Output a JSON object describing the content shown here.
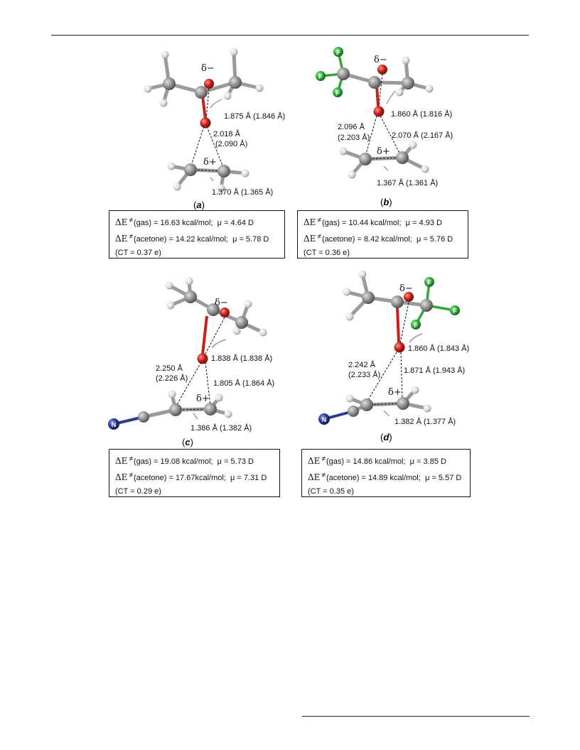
{
  "panels": [
    {
      "label": "a",
      "delta_minus": "δ−",
      "delta_plus": "δ+",
      "distances": [
        "1.875 Å (1.846 Å)",
        "2.018 Å",
        "(2.090 Å)",
        "1.370 Å (1.365 Å)"
      ],
      "energy_lines": [
        {
          "prefix": "ΔE",
          "medium": "(gas) = 16.63 kcal/mol;",
          "mu": "μ =  4.64 D"
        },
        {
          "prefix": "ΔE",
          "medium": "(acetone) = 14.22 kcal/mol;",
          "mu": "μ = 5.78 D"
        }
      ],
      "ct": "(CT = 0.37 e)",
      "atoms_colors": {
        "O": "#c8201c",
        "C": "#8e8e8e",
        "H": "#e8e8e8"
      }
    },
    {
      "label": "b",
      "delta_minus": "δ−",
      "delta_plus": "δ+",
      "atom_F": "F",
      "distances": [
        "1.860 Å (1.816 Å)",
        "2.096 Å",
        "(2.203 Å)",
        "2.070 Å (2.167 Å)",
        "1.367 Å (1.361 Å)"
      ],
      "energy_lines": [
        {
          "prefix": "ΔE",
          "medium": "(gas) = 10.44 kcal/mol;",
          "mu": "μ =  4.93 D"
        },
        {
          "prefix": "ΔE",
          "medium": "(acetone) = 8.42 kcal/mol;",
          "mu": "μ = 5.76 D"
        }
      ],
      "ct": "(CT = 0.36 e)",
      "atoms_colors": {
        "O": "#c8201c",
        "C": "#8e8e8e",
        "H": "#e8e8e8",
        "F": "#2fa83a"
      }
    },
    {
      "label": "c",
      "delta_minus": "δ−",
      "delta_plus": "δ+",
      "atom_N": "N",
      "distances": [
        "1.838 Å (1.838 Å)",
        "2.250 Å",
        "(2.226 Å)",
        "1.805 Å (1.864 Å)",
        "1.386 Å (1.382 Å)"
      ],
      "energy_lines": [
        {
          "prefix": "ΔE",
          "medium": "(gas) = 19.08 kcal/mol;",
          "mu": "μ =  5.73 D"
        },
        {
          "prefix": "ΔE",
          "medium": "(acetone) = 17.67kcal/mol;",
          "mu": "μ = 7.31 D"
        }
      ],
      "ct": "(CT = 0.29 e)",
      "atoms_colors": {
        "O": "#c8201c",
        "C": "#8e8e8e",
        "H": "#e8e8e8",
        "N": "#2b3a8f"
      }
    },
    {
      "label": "d",
      "delta_minus": "δ−",
      "delta_plus": "δ+",
      "atom_F": "F",
      "atom_N": "N",
      "distances": [
        "1.860 Å (1.843 Å)",
        "2.242 Å",
        "(2.233 Å)",
        "1.871 Å (1.943 Å)",
        "1.382 Å (1.377 Å)"
      ],
      "energy_lines": [
        {
          "prefix": "ΔE",
          "medium": "(gas) = 14.86 kcal/mol;",
          "mu": "μ =  3.85 D"
        },
        {
          "prefix": "ΔE",
          "medium": "(acetone) = 14.89 kcal/mol;",
          "mu": "μ = 5.57 D"
        }
      ],
      "ct": "(CT = 0.35 e)",
      "atoms_colors": {
        "O": "#c8201c",
        "C": "#8e8e8e",
        "H": "#e8e8e8",
        "F": "#2fa83a",
        "N": "#2b3a8f"
      }
    }
  ],
  "ne_symbol": "≠"
}
